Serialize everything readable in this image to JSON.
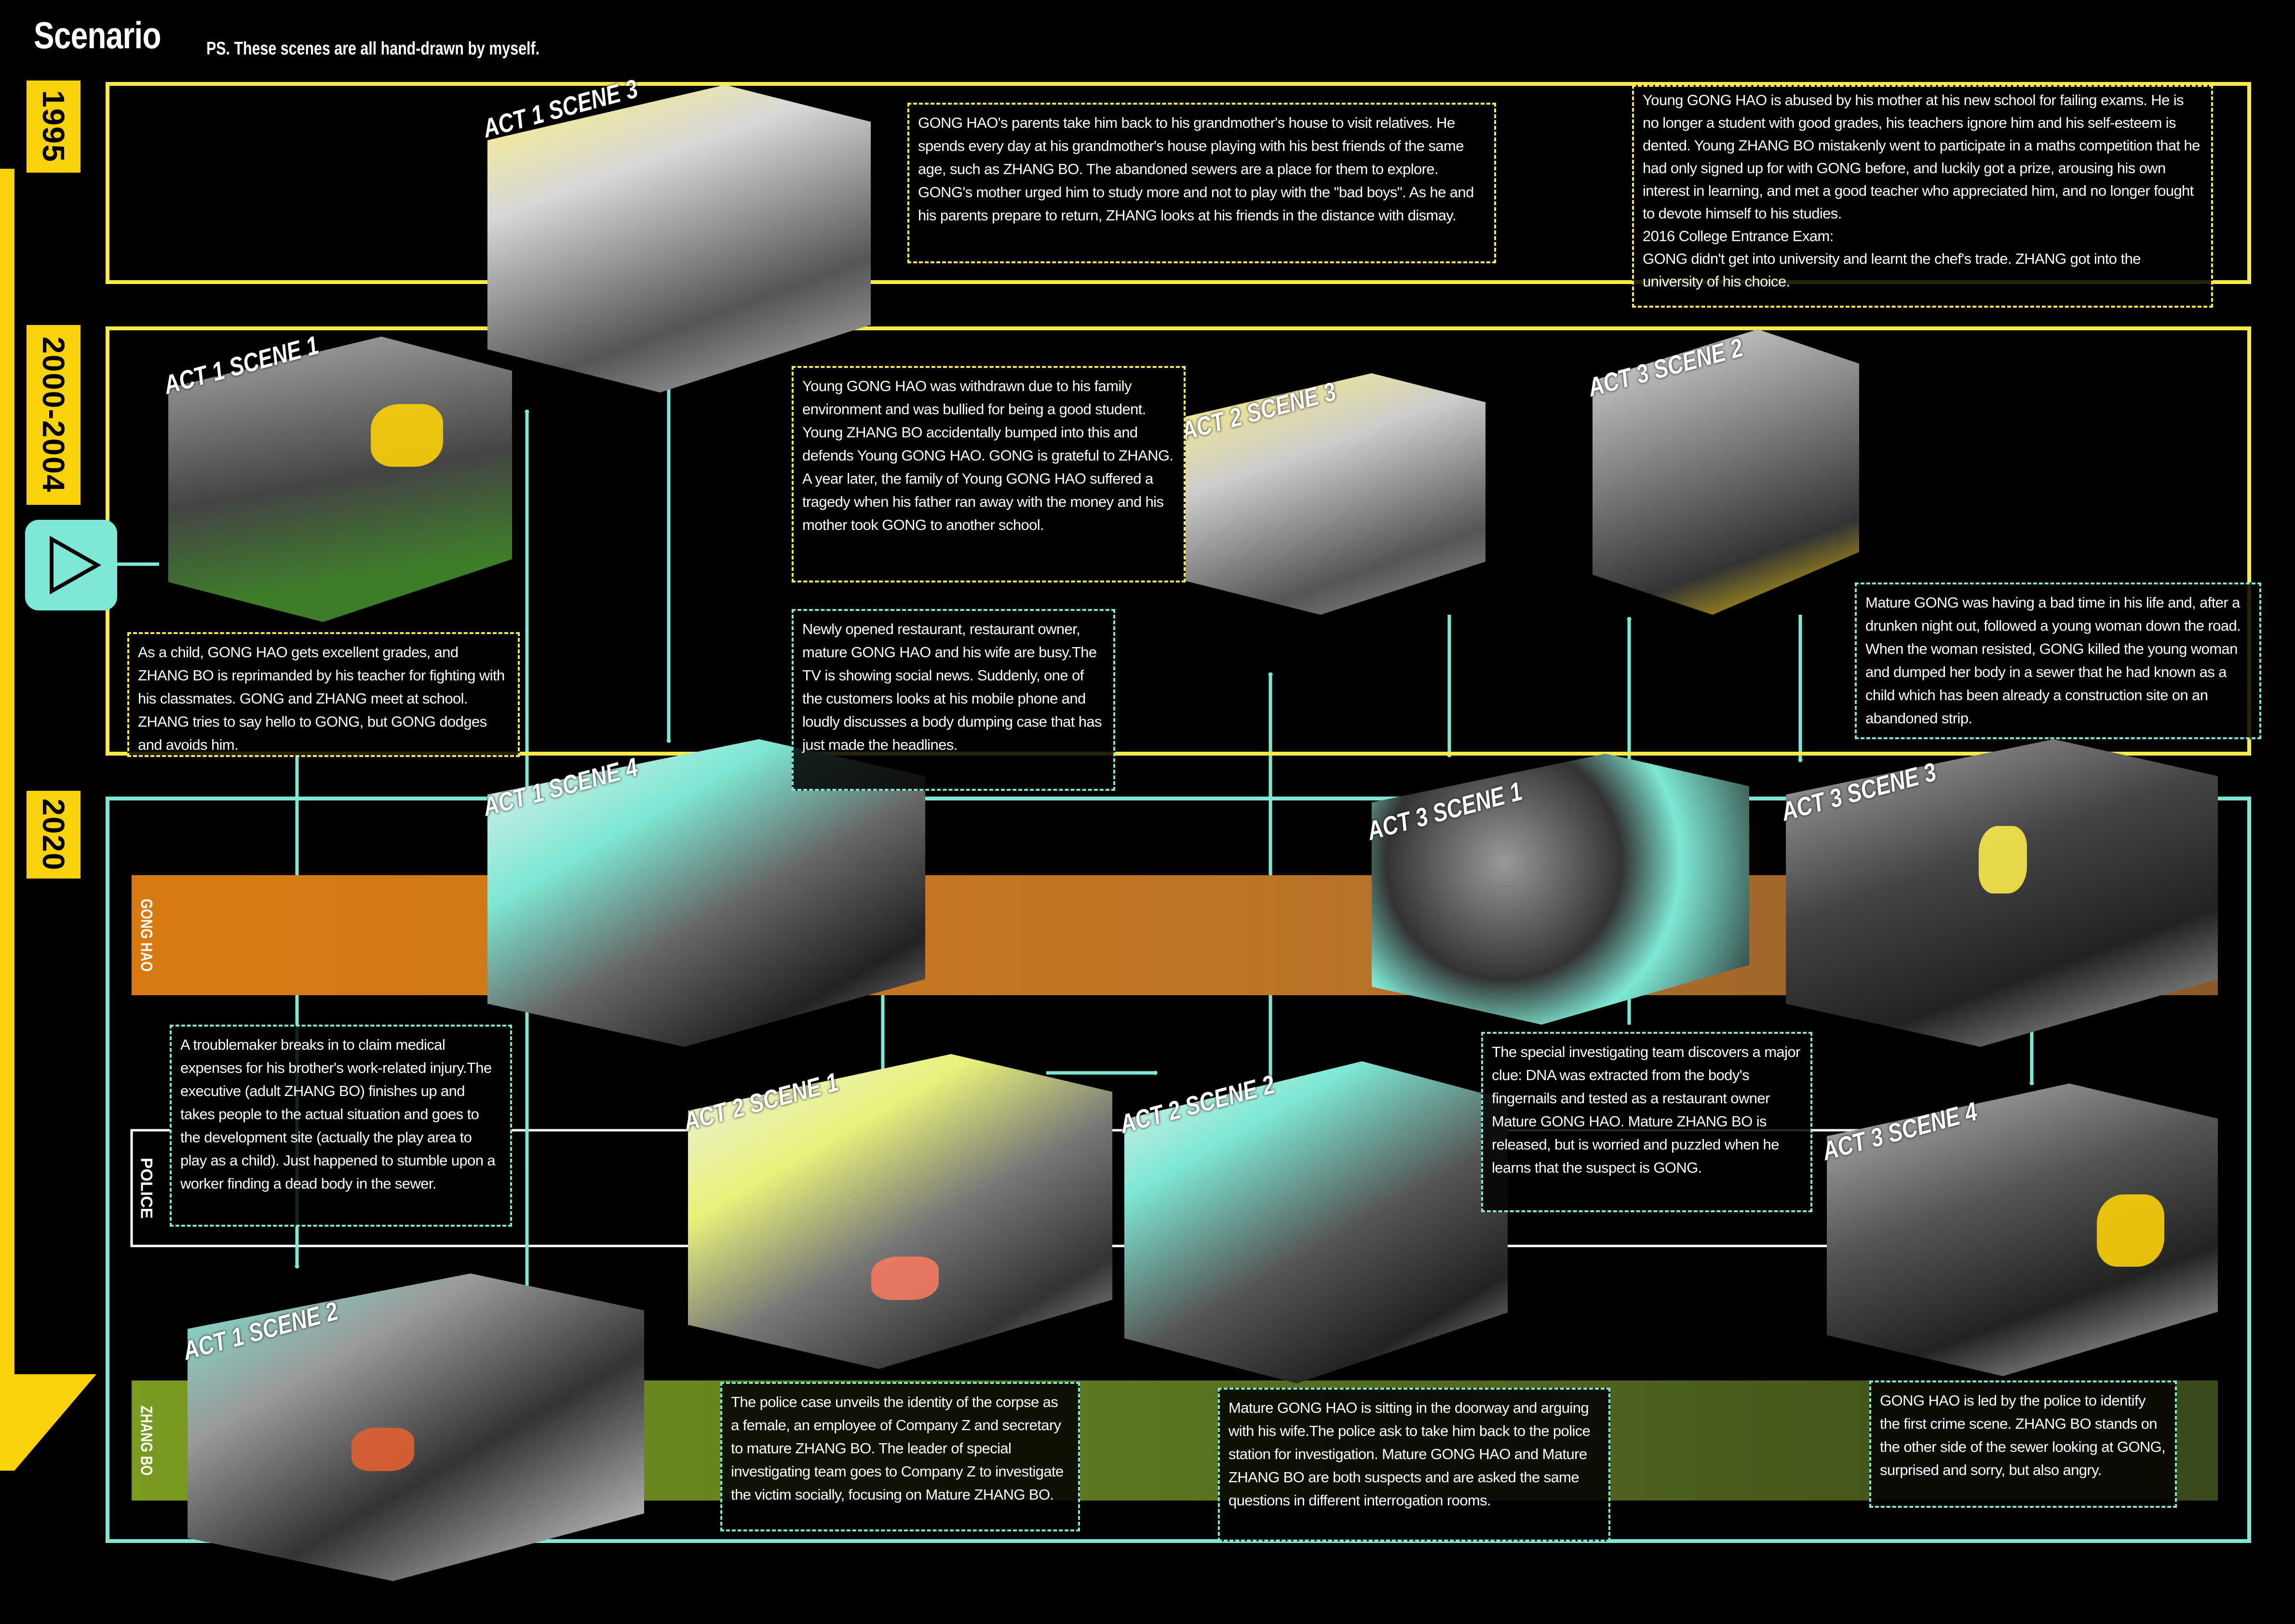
{
  "header": {
    "title": "Scenario",
    "note": "PS. These scenes are all hand-drawn by myself."
  },
  "years": [
    "1995",
    "2000-2004",
    "2020"
  ],
  "bands": {
    "gong_hao": "GONG HAO",
    "police": "POLICE",
    "zhang_bo": "ZHANG BO"
  },
  "colors": {
    "yellow": "#f9d20a",
    "frame_yellow": "#fbe94a",
    "teal": "#7ee8d4",
    "orange": "#d97a10",
    "green": "#7a9a20"
  },
  "play_icon": "play-icon",
  "scenes": {
    "a1s1": "ACT 1  SCENE 1",
    "a1s2": "ACT 1  SCENE 2",
    "a1s3": "ACT 1  SCENE 3",
    "a1s4": "ACT 1  SCENE 4",
    "a2s1": "ACT 2  SCENE 1",
    "a2s2": "ACT 2  SCENE 2",
    "a2s3": "ACT 2  SCENE 3",
    "a3s1": "ACT 3  SCENE 1",
    "a3s2": "ACT 3  SCENE 2",
    "a3s3": "ACT 3  SCENE 3",
    "a3s4": "ACT 3  SCENE 4"
  },
  "texts": {
    "a1s3": "GONG HAO's parents take him back to his grandmother's house to visit relatives. He spends every day at his grandmother's house playing with his best friends of the same age, such as ZHANG BO. The abandoned sewers are a place for them to explore. GONG's mother urged him to study more and not to play with the \"bad boys\". As he and his parents prepare to return, ZHANG looks at his friends in the distance with dismay.",
    "a3s2": "Young GONG HAO is abused by his mother at his new school for failing exams. He is no longer a student with good grades, his teachers ignore him and his self-esteem is dented. Young ZHANG BO mistakenly went to participate in a maths competition that he had only signed up for with GONG before, and luckily got a prize, arousing his own interest in learning, and met a good teacher who appreciated him, and no longer fought to devote himself to his studies.\n2016 College Entrance Exam:\nGONG didn't get into university and learnt the chef's trade. ZHANG got into the university of his choice.",
    "a2s3": "Young GONG HAO was withdrawn due to his family environment and was bullied for being a good student. Young ZHANG BO accidentally bumped into this and defends Young GONG HAO. GONG is grateful to ZHANG.\nA year later, the family of Young GONG HAO suffered a tragedy when his father ran away with the money and his mother took GONG to another school.",
    "a1s1": "As a child, GONG HAO gets excellent grades, and ZHANG BO is reprimanded by his teacher for fighting with his classmates. GONG and ZHANG meet at school. ZHANG tries to say hello to GONG, but GONG dodges and avoids him.",
    "a1s4": "Newly opened restaurant, restaurant owner, mature GONG HAO and his wife are busy.The TV is showing social news. Suddenly, one of the customers looks at his mobile phone and loudly discusses a body dumping case that has just made the headlines.",
    "a3s3": "Mature GONG was having a bad time in his life and, after a drunken night out, followed a young woman down the road. When the woman resisted, GONG killed the young woman and dumped her body in a sewer that he had known as a child which has been already a construction site on an abandoned strip.",
    "a1s2": "A troublemaker breaks in to claim medical expenses for his brother's work-related injury.The executive (adult ZHANG BO) finishes up and takes people to the actual situation and goes to the development site (actually the play area to play as a child). Just happened to stumble upon a worker finding a dead body in the sewer.",
    "a3s1": "The special investigating team discovers a major clue: DNA was extracted from the body's fingernails and tested as a restaurant owner Mature GONG HAO. Mature ZHANG BO is released, but is worried and puzzled when he learns that the suspect is GONG.",
    "a2s1": "The police case unveils the identity of the corpse as a female, an employee of Company Z and secretary to mature ZHANG BO. The leader of special investigating team goes to Company Z to investigate the victim socially, focusing on Mature ZHANG BO.",
    "a2s2": "Mature GONG HAO is sitting in the doorway and arguing with his wife.The police ask to take him back to the police station for investigation. Mature GONG HAO and Mature ZHANG BO are both suspects and are asked the same questions in different interrogation rooms.",
    "a3s4": "GONG HAO is led by the police to identify the first crime scene. ZHANG BO stands on the other side of the sewer looking at GONG, surprised and sorry, but also angry."
  }
}
